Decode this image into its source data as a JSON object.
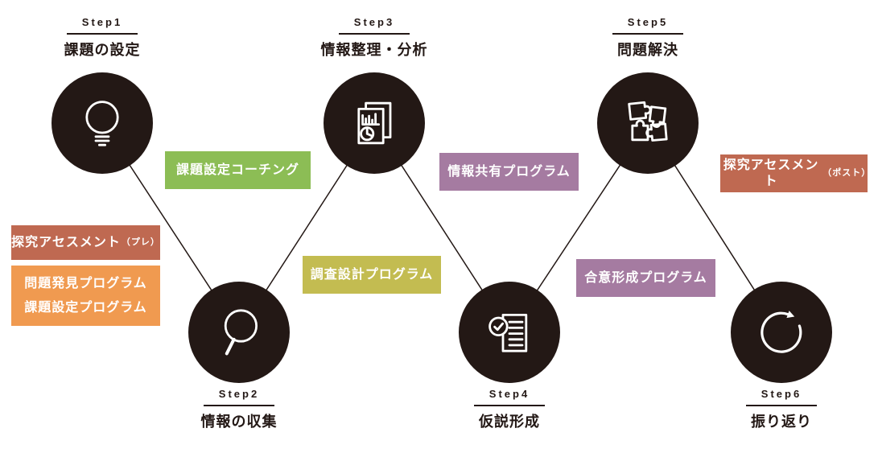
{
  "palette": {
    "ink": "#231815",
    "white": "#ffffff",
    "green": "#8cbd55",
    "olive": "#c3bc51",
    "purple": "#a57ba1",
    "brick": "#bf6951",
    "orange": "#f09a50",
    "background": "#ffffff"
  },
  "steps": [
    {
      "label": "Step1",
      "title": "課題の設定",
      "icon": "lightbulb-icon"
    },
    {
      "label": "Step2",
      "title": "情報の収集",
      "icon": "magnifier-icon"
    },
    {
      "label": "Step3",
      "title": "情報整理・分析",
      "icon": "chart-documents-icon"
    },
    {
      "label": "Step4",
      "title": "仮説形成",
      "icon": "checklist-icon"
    },
    {
      "label": "Step5",
      "title": "問題解決",
      "icon": "puzzle-icon"
    },
    {
      "label": "Step6",
      "title": "振り返り",
      "icon": "refresh-arrow-icon"
    }
  ],
  "programs": [
    {
      "label": "課題設定コーチング",
      "color": "green"
    },
    {
      "label": "探究アセスメント",
      "suffix": "（プレ）",
      "color": "brick"
    },
    {
      "lines": [
        "問題発見プログラム",
        "課題設定プログラム"
      ],
      "color": "orange"
    },
    {
      "label": "調査設計プログラム",
      "color": "olive"
    },
    {
      "label": "情報共有プログラム",
      "color": "purple"
    },
    {
      "label": "合意形成プログラム",
      "color": "purple"
    },
    {
      "label": "探究アセスメント",
      "suffix": "（ポスト）",
      "color": "brick"
    }
  ]
}
